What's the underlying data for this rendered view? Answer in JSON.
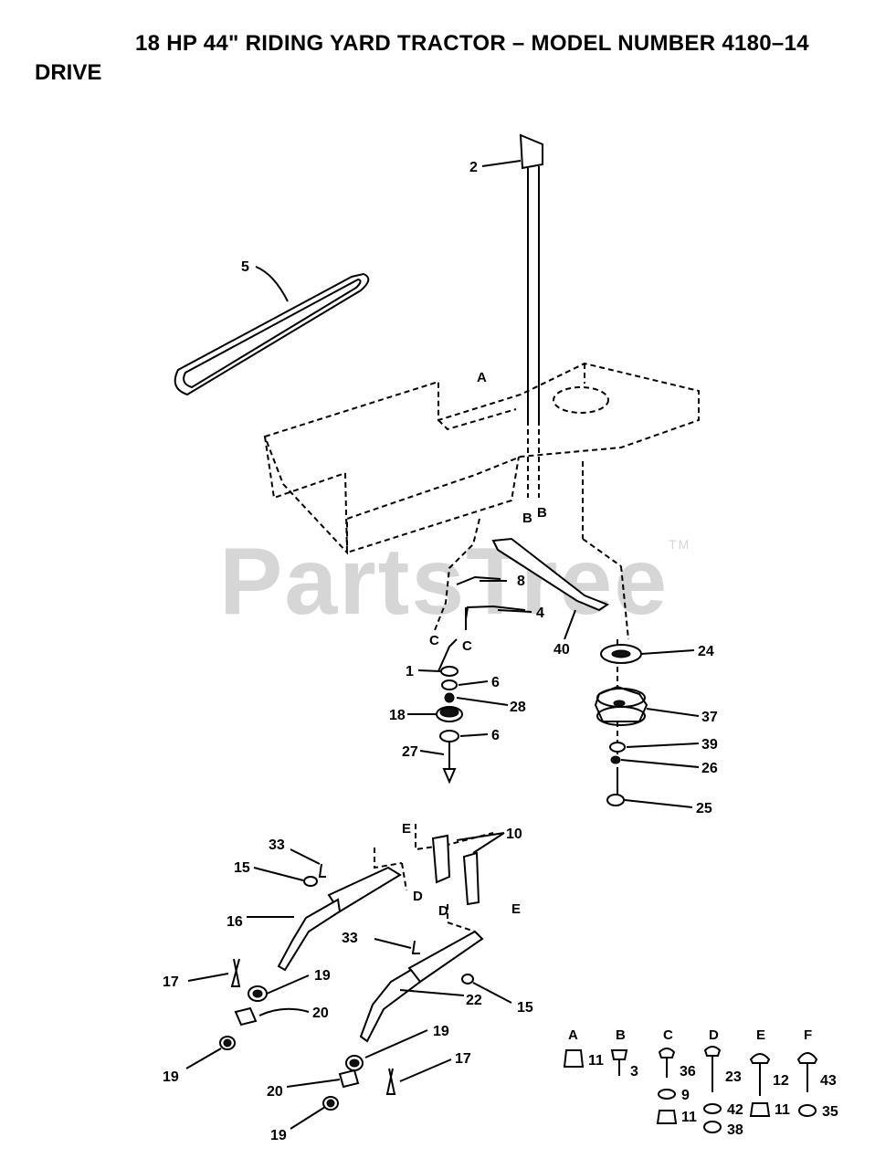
{
  "header": {
    "title": "18 HP 44\" RIDING YARD TRACTOR – MODEL NUMBER 4180–14",
    "section": "DRIVE"
  },
  "watermark": {
    "text": "PartsTree",
    "tm": "TM"
  },
  "callouts": [
    {
      "id": "c2",
      "text": "2"
    },
    {
      "id": "c5",
      "text": "5"
    },
    {
      "id": "c8",
      "text": "8"
    },
    {
      "id": "c4",
      "text": "4"
    },
    {
      "id": "c40",
      "text": "40"
    },
    {
      "id": "c1",
      "text": "1"
    },
    {
      "id": "c6a",
      "text": "6"
    },
    {
      "id": "c28",
      "text": "28"
    },
    {
      "id": "c18",
      "text": "18"
    },
    {
      "id": "c6b",
      "text": "6"
    },
    {
      "id": "c27",
      "text": "27"
    },
    {
      "id": "c24",
      "text": "24"
    },
    {
      "id": "c37",
      "text": "37"
    },
    {
      "id": "c39",
      "text": "39"
    },
    {
      "id": "c26",
      "text": "26"
    },
    {
      "id": "c25",
      "text": "25"
    },
    {
      "id": "c10",
      "text": "10"
    },
    {
      "id": "c33a",
      "text": "33"
    },
    {
      "id": "c15a",
      "text": "15"
    },
    {
      "id": "c16",
      "text": "16"
    },
    {
      "id": "c33b",
      "text": "33"
    },
    {
      "id": "c17a",
      "text": "17"
    },
    {
      "id": "c19a",
      "text": "19"
    },
    {
      "id": "c20a",
      "text": "20"
    },
    {
      "id": "c22",
      "text": "22"
    },
    {
      "id": "c15b",
      "text": "15"
    },
    {
      "id": "c19b",
      "text": "19"
    },
    {
      "id": "c19c",
      "text": "19"
    },
    {
      "id": "c17b",
      "text": "17"
    },
    {
      "id": "c20b",
      "text": "20"
    },
    {
      "id": "c19d",
      "text": "19"
    }
  ],
  "ref_letters": {
    "A": "A",
    "B": "B",
    "C": "C",
    "D": "D",
    "E": "E",
    "F": "F"
  },
  "hardware_key": [
    {
      "letter": "A",
      "parts": [
        "11"
      ]
    },
    {
      "letter": "B",
      "parts": [
        "3"
      ]
    },
    {
      "letter": "C",
      "parts": [
        "36",
        "9",
        "11"
      ]
    },
    {
      "letter": "D",
      "parts": [
        "23",
        "42",
        "38"
      ]
    },
    {
      "letter": "E",
      "parts": [
        "12",
        "11"
      ]
    },
    {
      "letter": "F",
      "parts": [
        "43",
        "35"
      ]
    }
  ]
}
